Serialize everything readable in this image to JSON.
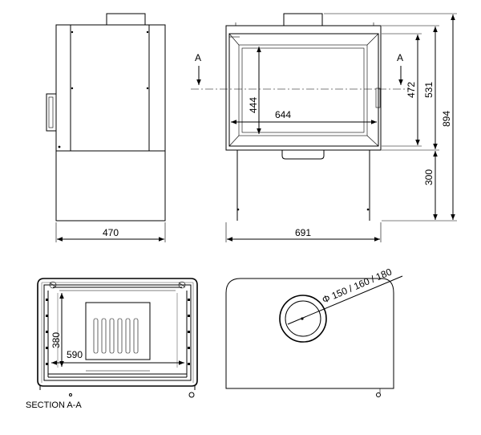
{
  "dimensions": {
    "side_width": "470",
    "front_width": "691",
    "glass_height": "444",
    "glass_width": "644",
    "door_height": "472",
    "firebox_height": "531",
    "total_height": "894",
    "base_height": "300",
    "section_depth": "380",
    "section_width": "590"
  },
  "section_markers": {
    "left": "A",
    "right": "A"
  },
  "flue_label": "Φ 150 / 160 / 180",
  "section_caption": "SECTION A-A"
}
